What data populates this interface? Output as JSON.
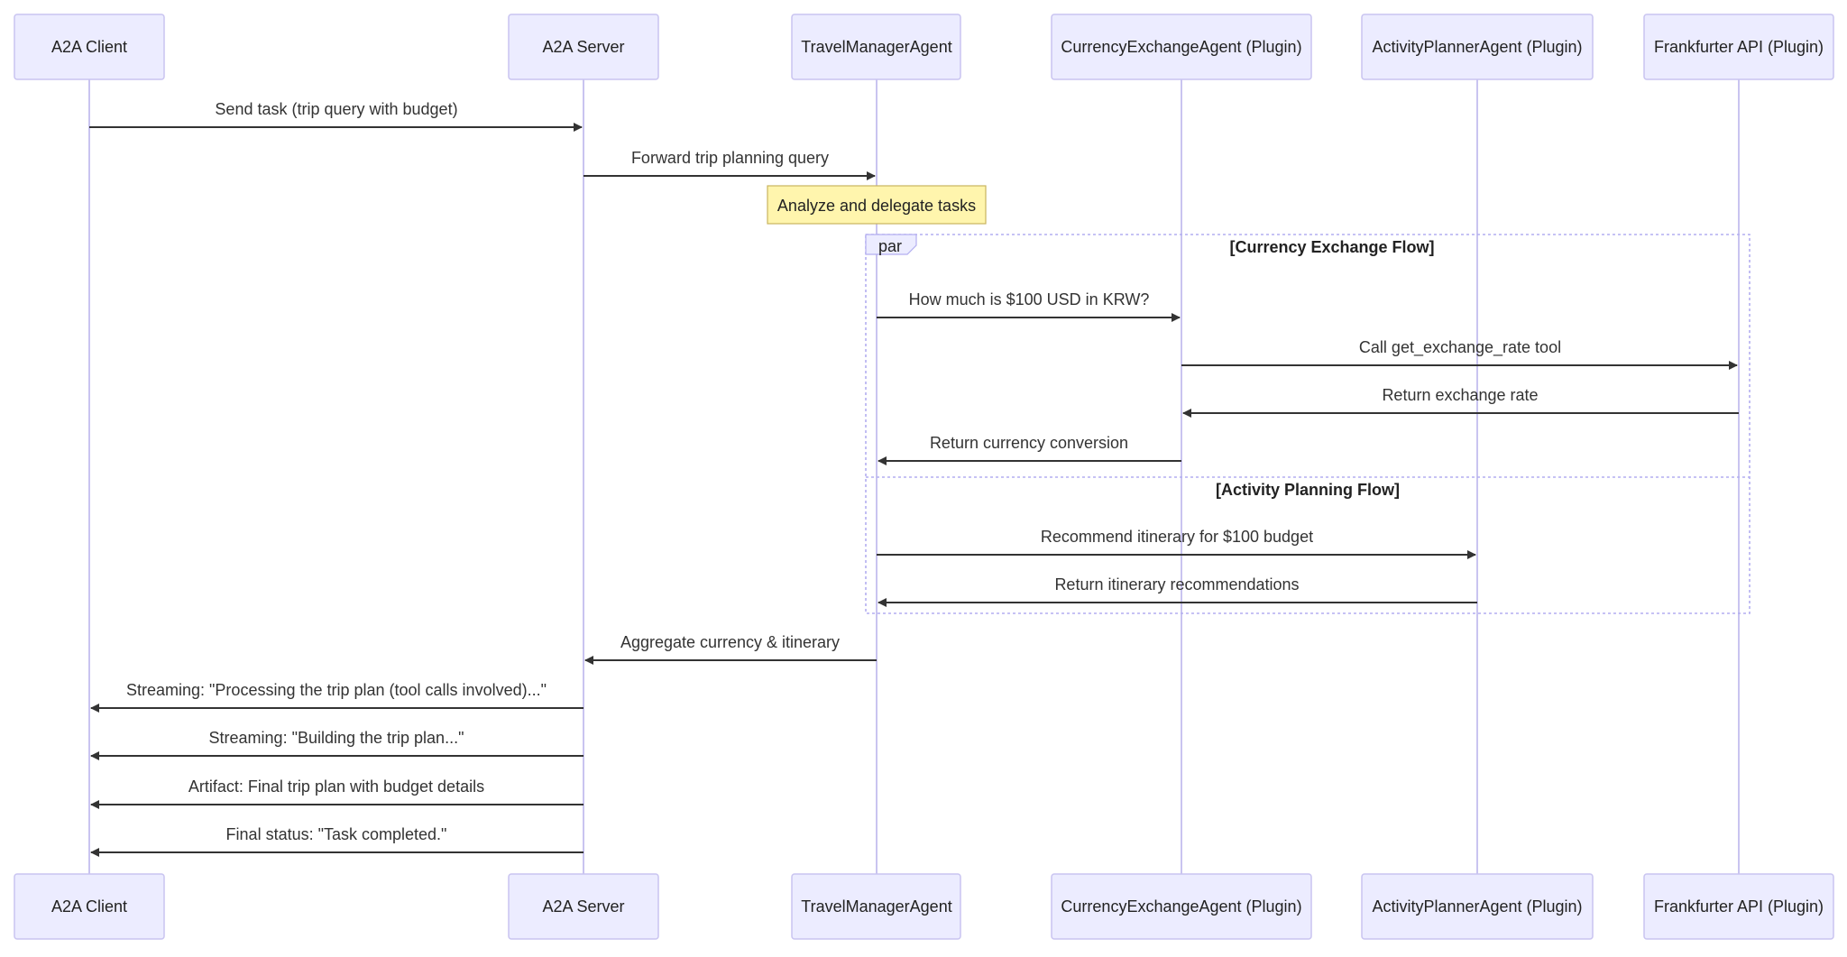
{
  "participants": [
    {
      "id": "client",
      "label": "A2A Client"
    },
    {
      "id": "server",
      "label": "A2A Server"
    },
    {
      "id": "travel",
      "label": "TravelManagerAgent"
    },
    {
      "id": "currency",
      "label": "CurrencyExchangeAgent (Plugin)"
    },
    {
      "id": "activity",
      "label": "ActivityPlannerAgent (Plugin)"
    },
    {
      "id": "frankfurter",
      "label": "Frankfurter API (Plugin)"
    }
  ],
  "messages": [
    {
      "from": "client",
      "to": "server",
      "label": "Send task (trip query with budget)"
    },
    {
      "from": "server",
      "to": "travel",
      "label": "Forward trip planning query"
    },
    {
      "from": "travel",
      "to": "currency",
      "label": "How much is $100 USD in KRW?"
    },
    {
      "from": "currency",
      "to": "frankfurter",
      "label": "Call get_exchange_rate tool"
    },
    {
      "from": "frankfurter",
      "to": "currency",
      "label": "Return exchange rate"
    },
    {
      "from": "currency",
      "to": "travel",
      "label": "Return currency conversion"
    },
    {
      "from": "travel",
      "to": "activity",
      "label": "Recommend itinerary for $100 budget"
    },
    {
      "from": "activity",
      "to": "travel",
      "label": "Return itinerary recommendations"
    },
    {
      "from": "travel",
      "to": "server",
      "label": "Aggregate currency & itinerary"
    },
    {
      "from": "server",
      "to": "client",
      "label": "Streaming: \"Processing the trip plan (tool calls involved)...\""
    },
    {
      "from": "server",
      "to": "client",
      "label": "Streaming: \"Building the trip plan...\""
    },
    {
      "from": "server",
      "to": "client",
      "label": "Artifact: Final trip plan with budget details"
    },
    {
      "from": "server",
      "to": "client",
      "label": "Final status: \"Task completed.\""
    }
  ],
  "note": {
    "over": "travel",
    "label": "Analyze and delegate tasks"
  },
  "par": {
    "label": "par",
    "sections": [
      {
        "label": "[Currency Exchange Flow]"
      },
      {
        "label": "[Activity Planning Flow]"
      }
    ]
  },
  "colors": {
    "actor_fill": "#ECECFF",
    "actor_border": "#c9c4f0",
    "note_fill": "#fff5ad",
    "line": "#333333"
  }
}
